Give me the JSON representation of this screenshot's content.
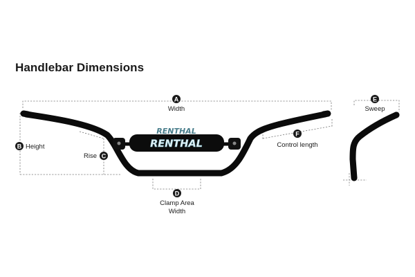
{
  "title": "Handlebar Dimensions",
  "brand": "RENTHAL",
  "dimensions": {
    "a": {
      "badge": "A",
      "label": "Width"
    },
    "b": {
      "badge": "B",
      "label": "Height"
    },
    "c": {
      "badge": "C",
      "label": "Rise"
    },
    "d": {
      "badge": "D",
      "label_line1": "Clamp Area",
      "label_line2": "Width"
    },
    "e": {
      "badge": "E",
      "label": "Sweep"
    },
    "f": {
      "badge": "F",
      "label": "Control length"
    }
  },
  "colors": {
    "bar": "#0b0b0b",
    "badge": "#1a1a1a",
    "pad_accent": "#7fb8c8"
  }
}
